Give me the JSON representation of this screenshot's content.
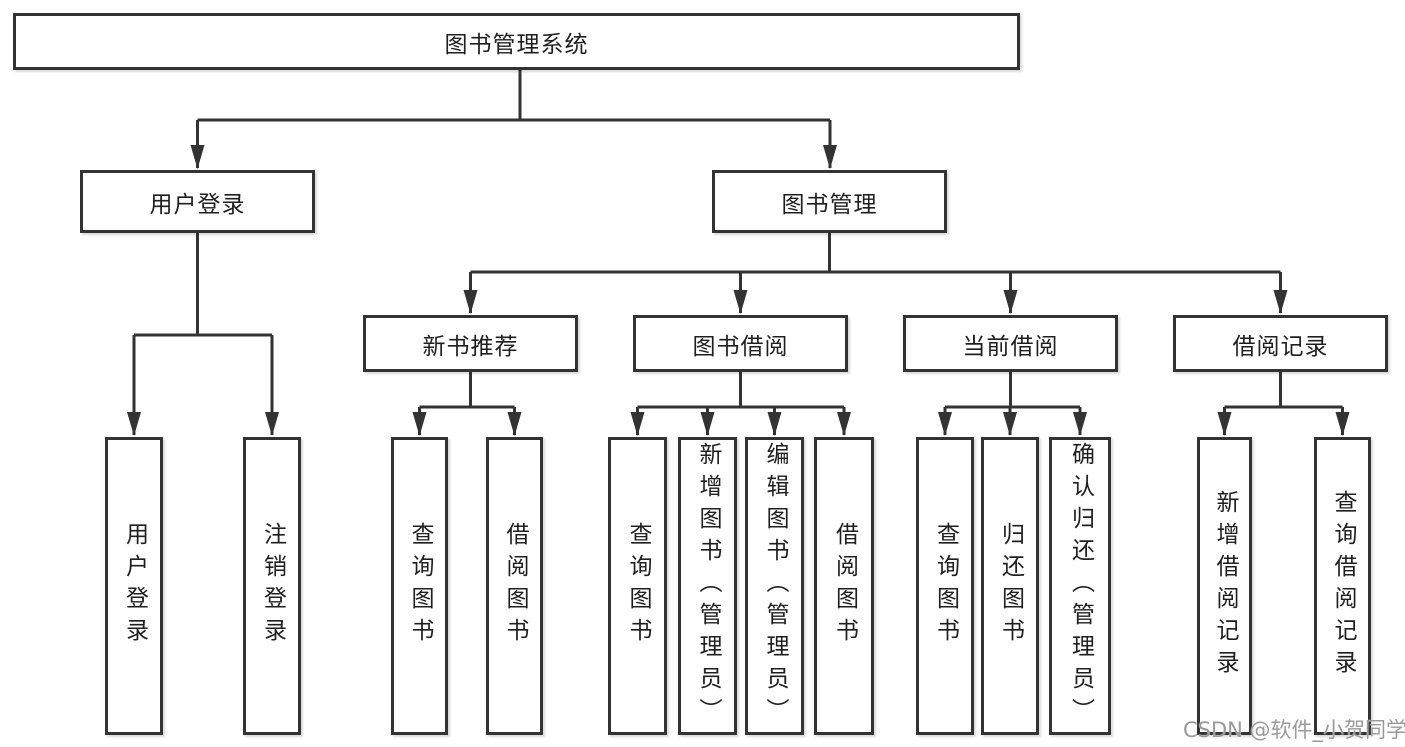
{
  "diagram_type": "hierarchy-flowchart",
  "colors": {
    "line": "#333333",
    "box_border": "#333333",
    "box_fill": "#ffffff",
    "text": "#1f1f1f",
    "watermark": "#9a9a9a",
    "background": "#ffffff"
  },
  "tree": {
    "label": "图书管理系统",
    "children": [
      {
        "label": "用户登录",
        "children": [
          {
            "label": "用户登录"
          },
          {
            "label": "注销登录"
          }
        ]
      },
      {
        "label": "图书管理",
        "children": [
          {
            "label": "新书推荐",
            "children": [
              {
                "label": "查询图书"
              },
              {
                "label": "借阅图书"
              }
            ]
          },
          {
            "label": "图书借阅",
            "children": [
              {
                "label": "查询图书"
              },
              {
                "label": "新增图书（管理员）"
              },
              {
                "label": "编辑图书（管理员）"
              },
              {
                "label": "借阅图书"
              }
            ]
          },
          {
            "label": "当前借阅",
            "children": [
              {
                "label": "查询图书"
              },
              {
                "label": "归还图书"
              },
              {
                "label": "确认归还（管理员）"
              }
            ]
          },
          {
            "label": "借阅记录",
            "children": [
              {
                "label": "新增借阅记录"
              },
              {
                "label": "查询借阅记录"
              }
            ]
          }
        ]
      }
    ]
  },
  "watermark": {
    "text": "CSDN @软件_小贺同学"
  }
}
